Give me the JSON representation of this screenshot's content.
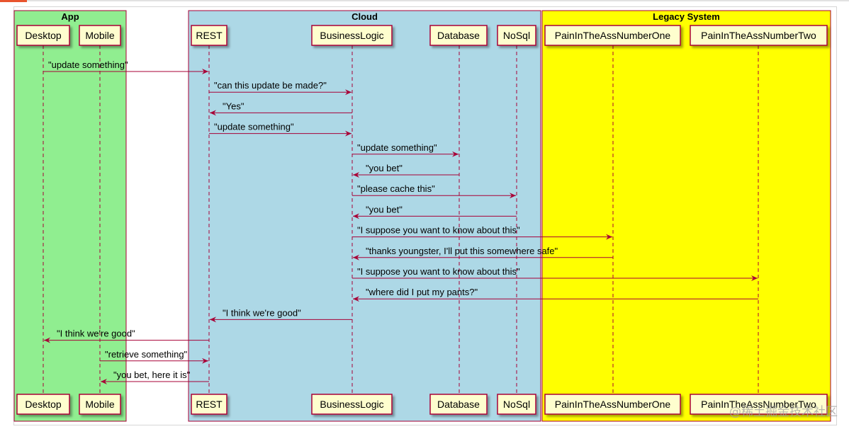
{
  "groups": [
    {
      "id": "app",
      "title": "App",
      "color": "#90EE90"
    },
    {
      "id": "cloud",
      "title": "Cloud",
      "color": "#ADD8E6"
    },
    {
      "id": "legacy",
      "title": "Legacy System",
      "color": "#FFFF00"
    }
  ],
  "participants": [
    {
      "id": "desktop",
      "label": "Desktop"
    },
    {
      "id": "mobile",
      "label": "Mobile"
    },
    {
      "id": "rest",
      "label": "REST"
    },
    {
      "id": "businesslogic",
      "label": "BusinessLogic"
    },
    {
      "id": "database",
      "label": "Database"
    },
    {
      "id": "nosql",
      "label": "NoSql"
    },
    {
      "id": "painone",
      "label": "PainInTheAssNumberOne"
    },
    {
      "id": "paintwo",
      "label": "PainInTheAssNumberTwo"
    }
  ],
  "messages": [
    {
      "from": "desktop",
      "to": "rest",
      "label": "\"update something\""
    },
    {
      "from": "rest",
      "to": "businesslogic",
      "label": "\"can this update be made?\""
    },
    {
      "from": "businesslogic",
      "to": "rest",
      "label": "\"Yes\""
    },
    {
      "from": "rest",
      "to": "businesslogic",
      "label": "\"update something\""
    },
    {
      "from": "businesslogic",
      "to": "database",
      "label": "\"update something\""
    },
    {
      "from": "database",
      "to": "businesslogic",
      "label": "\"you bet\""
    },
    {
      "from": "businesslogic",
      "to": "nosql",
      "label": "\"please cache this\""
    },
    {
      "from": "nosql",
      "to": "businesslogic",
      "label": "\"you bet\""
    },
    {
      "from": "businesslogic",
      "to": "painone",
      "label": "\"I suppose you want to know about this\""
    },
    {
      "from": "painone",
      "to": "businesslogic",
      "label": "\"thanks youngster, I'll put this somewhere safe\""
    },
    {
      "from": "businesslogic",
      "to": "paintwo",
      "label": "\"I suppose you want to know about this\""
    },
    {
      "from": "paintwo",
      "to": "businesslogic",
      "label": "\"where did I put my pants?\""
    },
    {
      "from": "businesslogic",
      "to": "rest",
      "label": "\"I think we're good\""
    },
    {
      "from": "rest",
      "to": "desktop",
      "label": "\"I think we're good\""
    },
    {
      "from": "mobile",
      "to": "rest",
      "label": "\"retrieve something\""
    },
    {
      "from": "rest",
      "to": "mobile",
      "label": "\"you bet, here it is\""
    }
  ],
  "colors": {
    "participant_fill": "#FEFECE",
    "border": "#A80036",
    "arrow": "#A80036",
    "lifeline": "#A80036"
  },
  "watermark": "@稀土掘金技术社区"
}
